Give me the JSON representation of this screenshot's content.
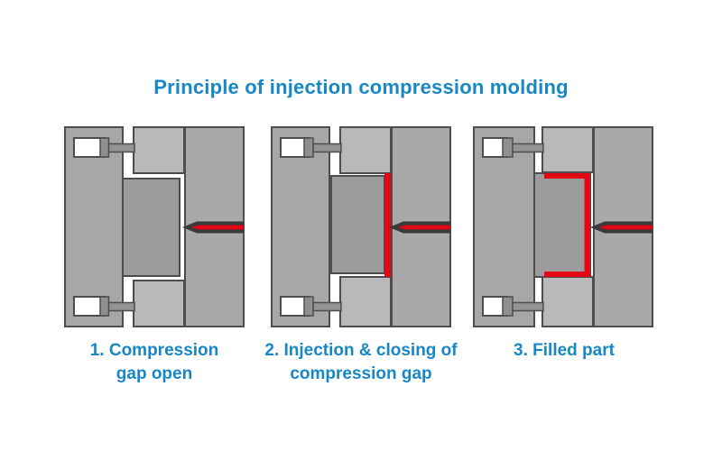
{
  "title": "Principle of injection compression molding",
  "captions": [
    {
      "lines": [
        "1. Compression",
        "gap open"
      ]
    },
    {
      "lines": [
        "2. Injection & closing of",
        "compression gap"
      ]
    },
    {
      "lines": [
        "3. Filled part"
      ]
    }
  ],
  "colors": {
    "text_blue": "#1787c5",
    "mold_gray": "#a7a7a7",
    "cavity_plate_gray": "#b9b9b9",
    "fixed_plate_gray": "#a9a9a9",
    "core_gray": "#9c9c9c",
    "outline": "#4d4d4d",
    "melt_red": "#e30613",
    "nozzle_dark": "#3a3a3a"
  }
}
